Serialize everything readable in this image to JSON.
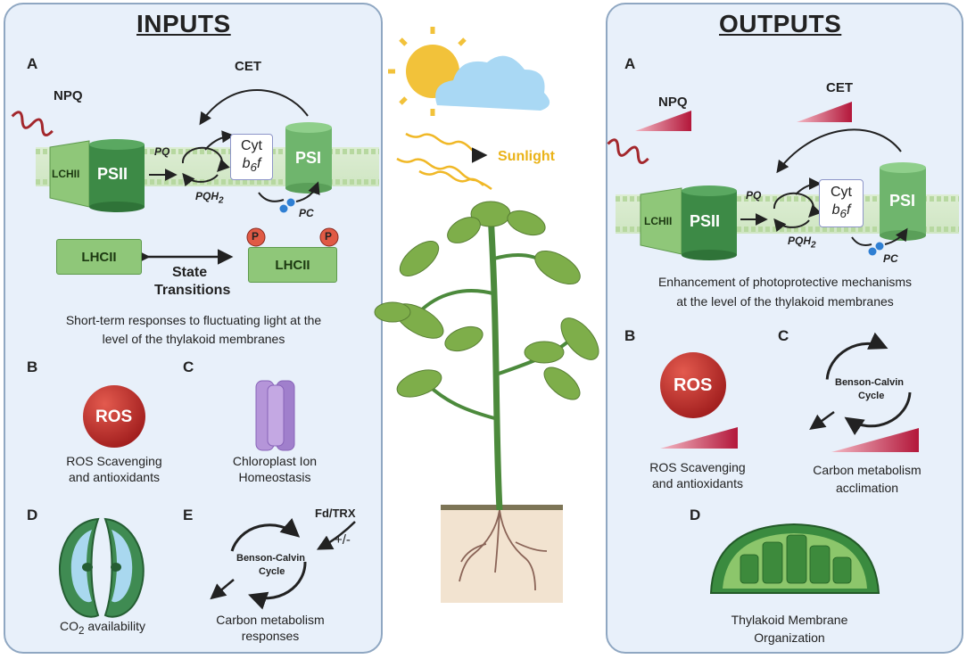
{
  "inputs": {
    "heading": "INPUTS",
    "panel_a": {
      "letter": "A",
      "npq": "NPQ",
      "cet": "CET",
      "lchii": "LCHII",
      "psii": "PSII",
      "psi": "PSI",
      "pq": "PQ",
      "pqh2": "PQH",
      "pqh2_sub": "2",
      "pc": "PC",
      "cyt": "Cyt",
      "b6f_b": "b",
      "b6f_sub": "6",
      "b6f_f": "f",
      "lhcii_left": "LHCII",
      "lhcii_right": "LHCII",
      "phospho": "P",
      "state_line1": "State",
      "state_line2": "Transitions",
      "caption_line1": "Short-term responses to fluctuating light at the",
      "caption_line2": "level of the thylakoid membranes"
    },
    "panel_b": {
      "letter": "B",
      "ros": "ROS",
      "line1": "ROS Scavenging",
      "line2": "and antioxidants"
    },
    "panel_c": {
      "letter": "C",
      "line1": "Chloroplast Ion",
      "line2": "Homeostasis"
    },
    "panel_d": {
      "letter": "D",
      "co2_pre": "CO",
      "co2_sub": "2",
      "co2_post": " availability"
    },
    "panel_e": {
      "letter": "E",
      "cycle_line1": "Benson-Calvin",
      "cycle_line2": "Cycle",
      "fdtrx": "Fd/TRX",
      "sign": "+/-",
      "line1": "Carbon metabolism",
      "line2": "responses"
    }
  },
  "center": {
    "sunlight": "Sunlight"
  },
  "outputs": {
    "heading": "OUTPUTS",
    "panel_a": {
      "letter": "A",
      "npq": "NPQ",
      "cet": "CET",
      "lchii": "LCHII",
      "psii": "PSII",
      "psi": "PSI",
      "pq": "PQ",
      "pqh2": "PQH",
      "pqh2_sub": "2",
      "pc": "PC",
      "cyt": "Cyt",
      "b6f_b": "b",
      "b6f_sub": "6",
      "b6f_f": "f",
      "caption_line1": "Enhancement of photoprotective mechanisms",
      "caption_line2": "at the level of the thylakoid membranes"
    },
    "panel_b": {
      "letter": "B",
      "ros": "ROS",
      "line1": "ROS Scavenging",
      "line2": "and antioxidants"
    },
    "panel_c": {
      "letter": "C",
      "cycle_line1": "Benson-Calvin",
      "cycle_line2": "Cycle",
      "line1": "Carbon metabolism",
      "line2": "acclimation"
    },
    "panel_d": {
      "letter": "D",
      "line1": "Thylakoid Membrane",
      "line2": "Organization"
    }
  },
  "colors": {
    "panel_bg": "#e8f0fa",
    "panel_border": "#8fa7c2",
    "psii_green": "#3d8a46",
    "psi_green": "#6fb56d",
    "ros_red": "#b72a2a",
    "sun_yellow": "#f2c23a",
    "sunlight_text": "#eab319",
    "ramp_red": "#c42a4a"
  }
}
